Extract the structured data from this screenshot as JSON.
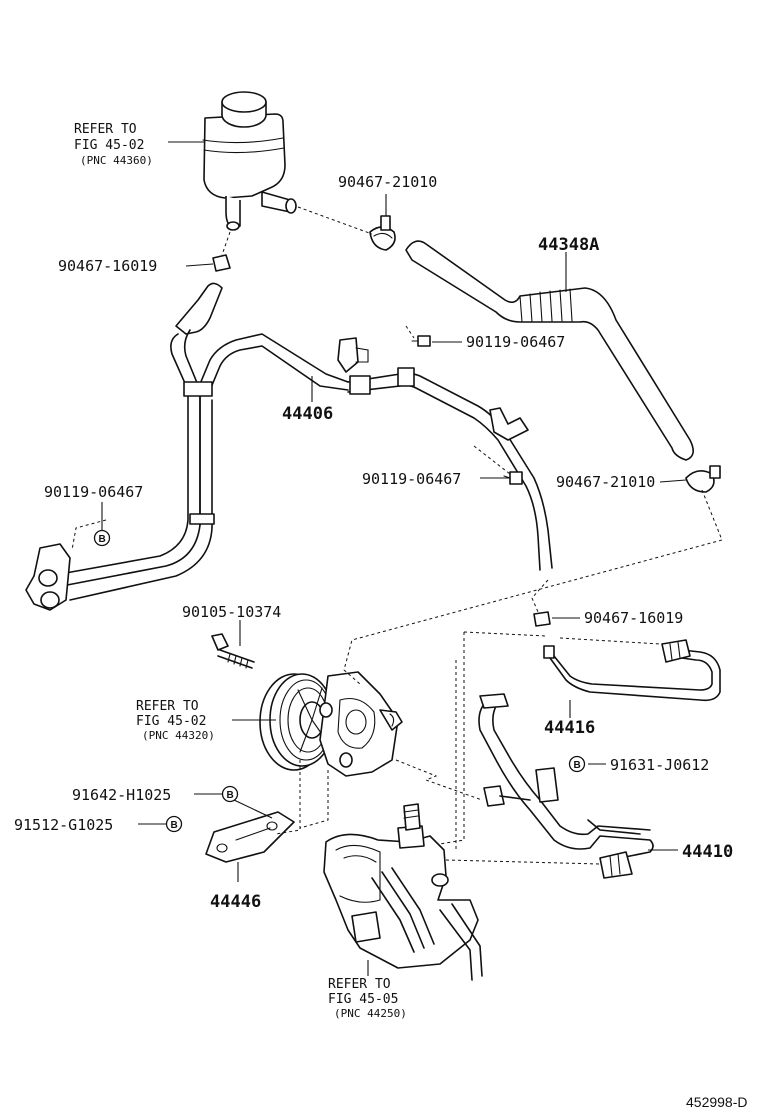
{
  "labels": {
    "ref_reservoir": {
      "l1": "REFER TO",
      "l2": "FIG 45-02",
      "l3": "(PNC 44360)"
    },
    "ref_pump": {
      "l1": "REFER TO",
      "l2": "FIG 45-02",
      "l3": "(PNC 44320)"
    },
    "ref_gear": {
      "l1": "REFER TO",
      "l2": "FIG 45-05",
      "l3": "(PNC 44250)"
    },
    "p_90467_21010_top": "90467-21010",
    "p_44348A": "44348A",
    "p_90467_16019_left": "90467-16019",
    "p_90119_06467_upper": "90119-06467",
    "p_44406": "44406",
    "p_90119_06467_mid": "90119-06467",
    "p_90467_21010_right": "90467-21010",
    "p_90119_06467_left": "90119-06467",
    "p_90105_10374": "90105-10374",
    "p_90467_16019_right": "90467-16019",
    "p_44416": "44416",
    "p_91631_J0612": "91631-J0612",
    "p_91642_H1025": "91642-H1025",
    "p_91512_G1025": "91512-G1025",
    "p_44410": "44410",
    "p_44446": "44446",
    "badge_letter": "B",
    "figure_code": "452998-D"
  }
}
